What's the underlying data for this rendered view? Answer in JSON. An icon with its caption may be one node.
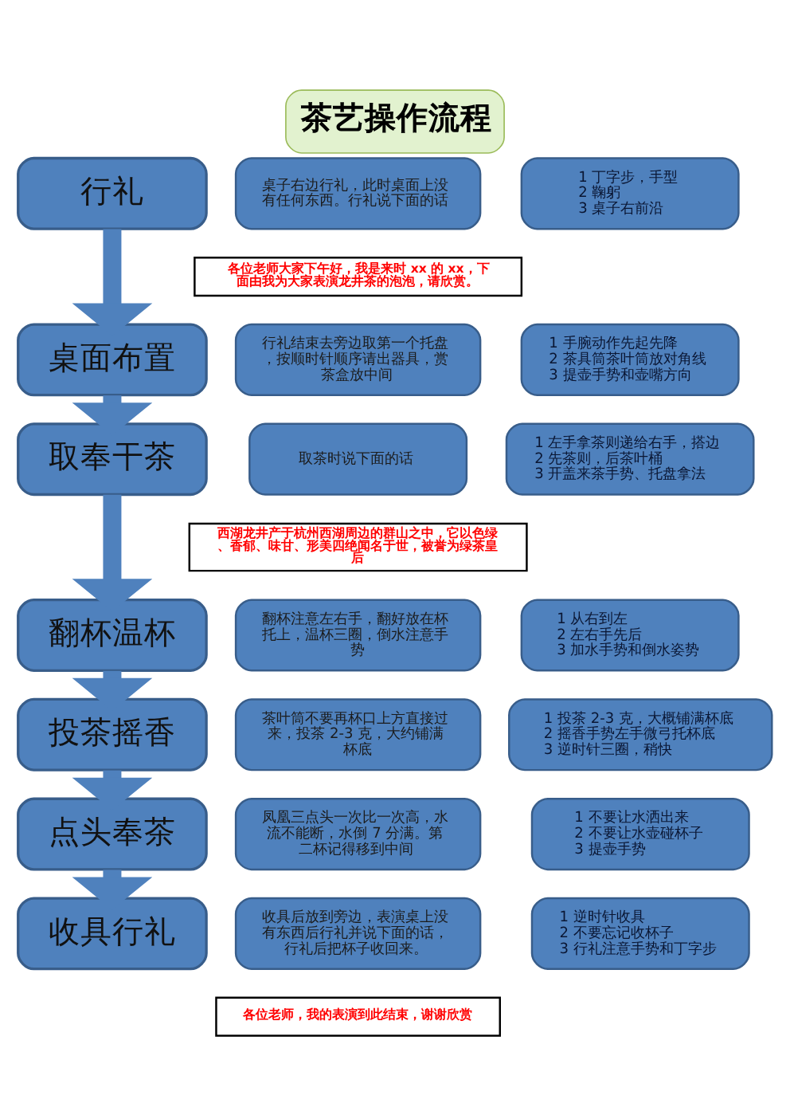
{
  "diagram": {
    "title": "茶艺操作流程",
    "nodes": [
      {
        "text": [
          "行礼"
        ]
      },
      {
        "text": [
          "桌子右边行礼，此时桌面上没有任何东西。行礼说下面的话"
        ]
      },
      {
        "text": [
          "各位老师大家下午好，我是来时 xx 的 xx，下面由我为大家表演龙井茶的泡泡，请欣赏。"
        ]
      },
      {
        "text": [
          "1 丁字步，手型",
          "2 鞠躬",
          "3 桌子右前沿"
        ]
      },
      {
        "text": [
          "桌面布置"
        ]
      },
      {
        "text": [
          "行礼结束去旁边取第一个托盘，按顺时针顺序请出器具，赏茶盒放中间"
        ]
      },
      {
        "text": [
          "1 手腕动作先起先降",
          "2 茶具筒茶叶筒放对角线",
          "3 提壶手势和壶嘴方向"
        ]
      },
      {
        "text": [
          "取奉干茶"
        ]
      },
      {
        "text": [
          "取茶时说下面的话"
        ]
      },
      {
        "text": [
          "西湖龙井产于杭州西湖周边的群山之中，它以色绿、香郁、味甘、形美四绝闻名于世，被誉为绿茶皇后"
        ]
      },
      {
        "text": [
          "1 左手拿茶则递给右手，搭边",
          "2 先茶则，后茶叶桶",
          "3 开盖来茶手势、托盘拿法"
        ]
      },
      {
        "text": [
          "翻杯温杯"
        ]
      },
      {
        "text": [
          "翻杯注意左右手，翻好放在杯托上，温杯三圈，倒水注意手势"
        ]
      },
      {
        "text": [
          "1 从右到左",
          "2 左右手先后",
          "3 加水手势和倒水姿势"
        ]
      },
      {
        "text": [
          "投茶摇香"
        ]
      },
      {
        "text": [
          "茶叶筒不要再杯口上方直接过来，投茶 2-3 克，大约铺满杯底"
        ]
      },
      {
        "text": [
          "1 投茶 2-3 克，大概铺满杯底",
          "2 摇香手势左手微弓托杯底",
          "3 逆时针三圈，稍快"
        ]
      },
      {
        "text": [
          "点头奉茶"
        ]
      },
      {
        "text": [
          "凤凰三点头一次比一次高，水流不能断，水倒 7 分满。第二杯记得移到中间"
        ]
      },
      {
        "text": [
          "1 不要让水洒出来",
          "2 不要让水壶碰杯子",
          "3 提壶手势"
        ]
      },
      {
        "text": [
          "收具行礼"
        ]
      },
      {
        "text": [
          "收具后放到旁边，表演桌上没有东西后行礼并说下面的话，行礼后把杯子收回来。"
        ]
      },
      {
        "text": [
          "各位老师，我的表演到此结束，谢谢欣赏"
        ]
      },
      {
        "text": [
          "1 逆时针收具",
          "2 不要忘记收杯子",
          "3 行礼注意手势和丁字步"
        ]
      }
    ],
    "edges": [
      {
        "from": 0,
        "to": 4,
        "arrow": "to"
      },
      {
        "from": 4,
        "to": 7,
        "arrow": "to"
      },
      {
        "from": 7,
        "to": 11,
        "arrow": "to"
      },
      {
        "from": 11,
        "to": 14,
        "arrow": "to"
      },
      {
        "from": 14,
        "to": 17,
        "arrow": "to"
      },
      {
        "from": 17,
        "to": 20,
        "arrow": "to"
      }
    ]
  }
}
